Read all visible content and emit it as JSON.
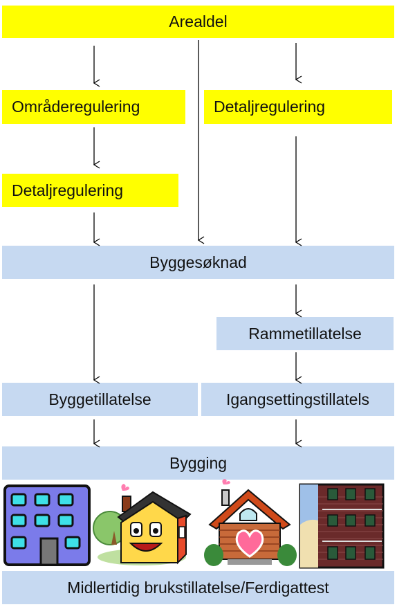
{
  "nodes": {
    "arealdel": "Arealdel",
    "omraderegulering": "Områderegulering",
    "detaljregulering_right": "Detaljregulering",
    "detaljregulering_left": "Detaljregulering",
    "byggesoknad": "Byggesøknad",
    "rammetillatelse": "Rammetillatelse",
    "byggetillatelse": "Byggetillatelse",
    "igangsettingstillatelse": "Igangsettingstillatels",
    "bygging": "Bygging",
    "ferdigattest": "Midlertidig brukstillatelse/Ferdigattest"
  },
  "colors": {
    "plan_box": "#ffff00",
    "process_box": "#c6d9f1",
    "arrow": "#000000"
  },
  "illustrations": [
    "apartment-building-icon",
    "smiling-house-icon",
    "heart-house-icon",
    "townhouse-icon"
  ]
}
